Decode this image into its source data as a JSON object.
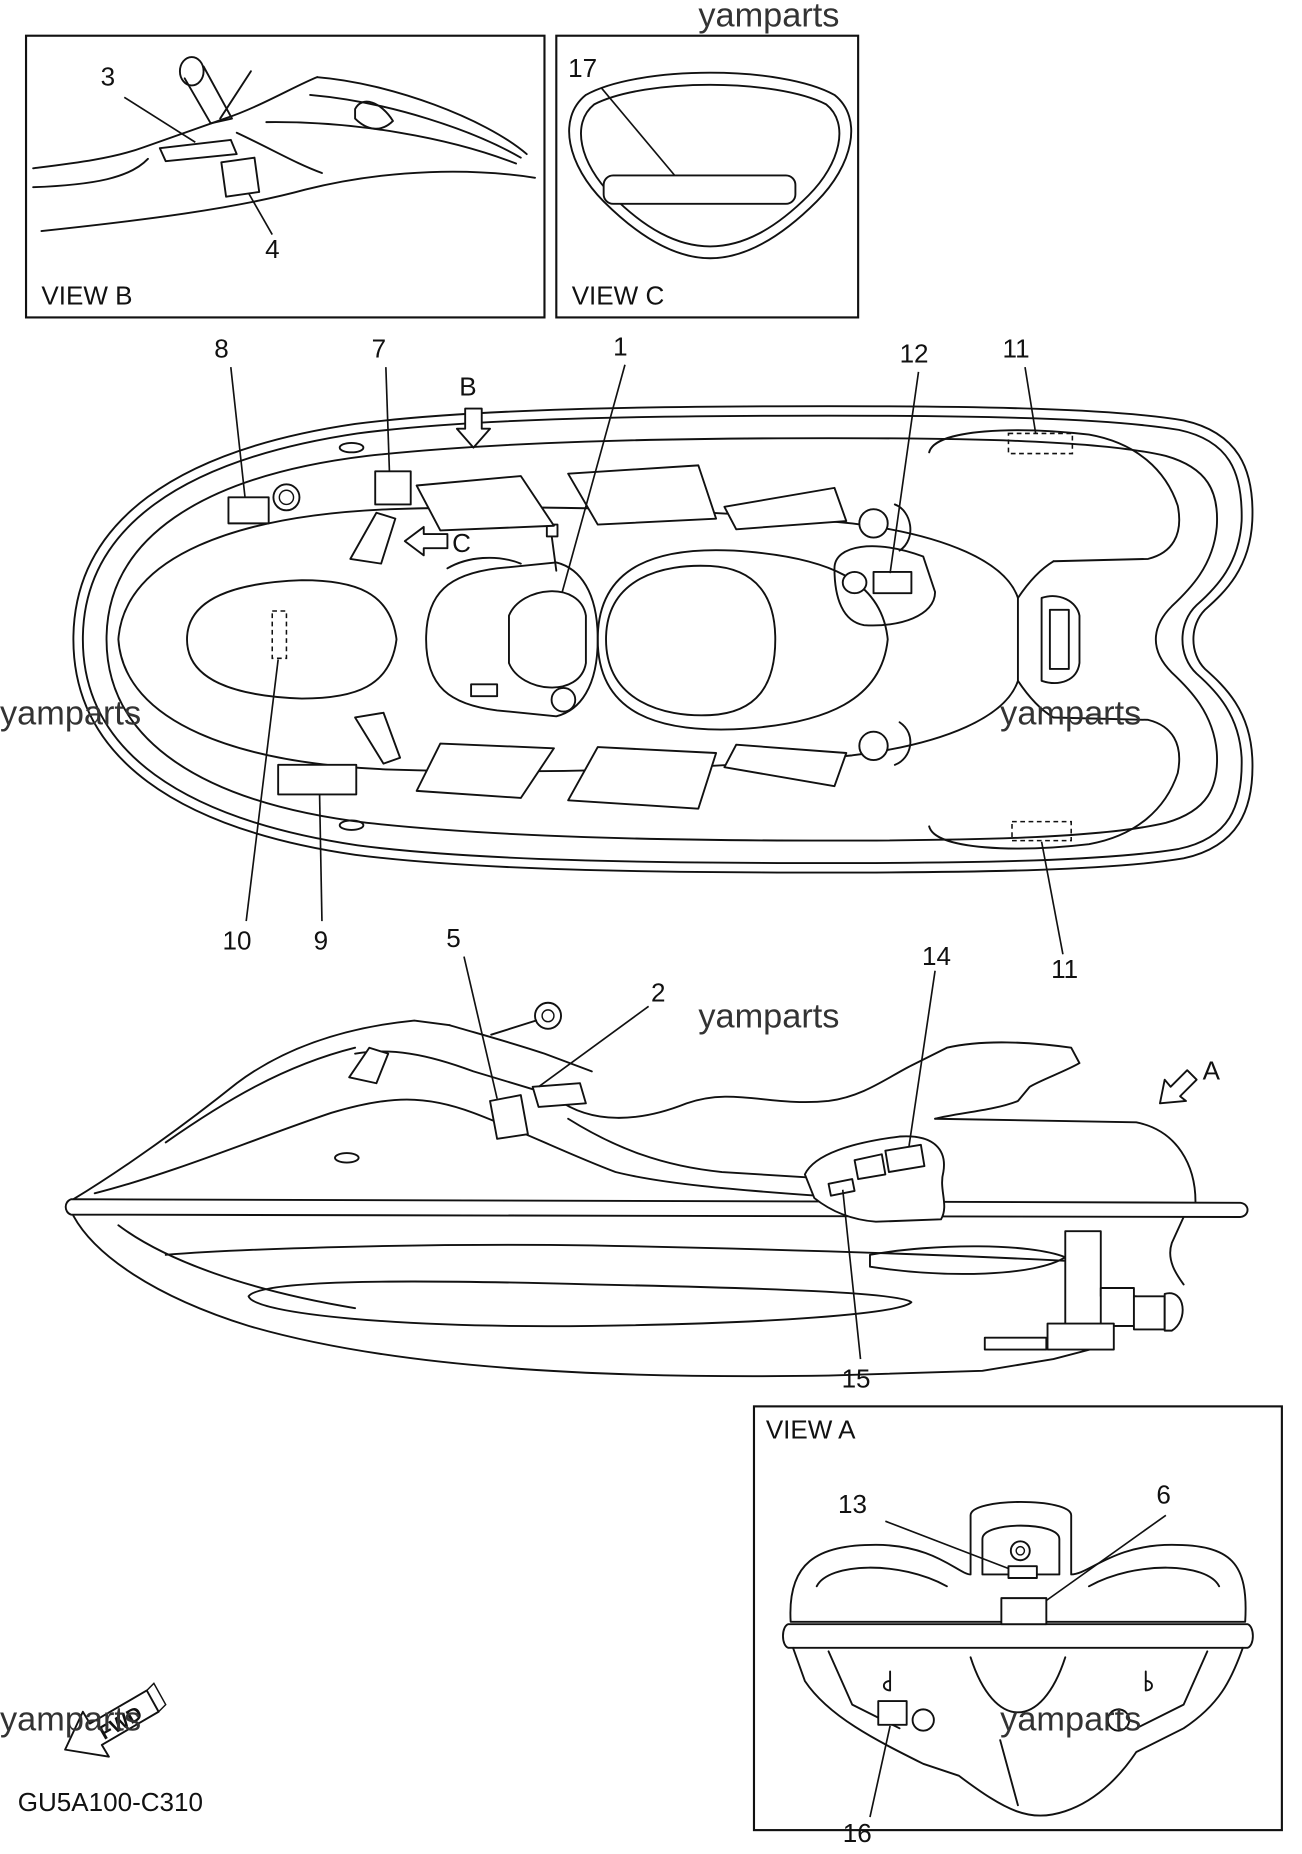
{
  "watermarks": [
    "yamparts",
    "yamparts",
    "yamparts",
    "yamparts",
    "yamparts",
    "yamparts"
  ],
  "views": {
    "view_b": "VIEW B",
    "view_c": "VIEW C",
    "view_a": "VIEW A"
  },
  "view_arrows": {
    "a": "A",
    "b": "B",
    "c": "C"
  },
  "callouts": {
    "view_b": [
      "3",
      "4"
    ],
    "view_c": [
      "17"
    ],
    "top_view": [
      "8",
      "7",
      "1",
      "12",
      "11",
      "10",
      "9",
      "11"
    ],
    "side_view": [
      "5",
      "2",
      "14",
      "15"
    ],
    "view_a": [
      "13",
      "6",
      "16"
    ]
  },
  "fwd_label": "FWD",
  "diagram_code": "GU5A100-C310"
}
